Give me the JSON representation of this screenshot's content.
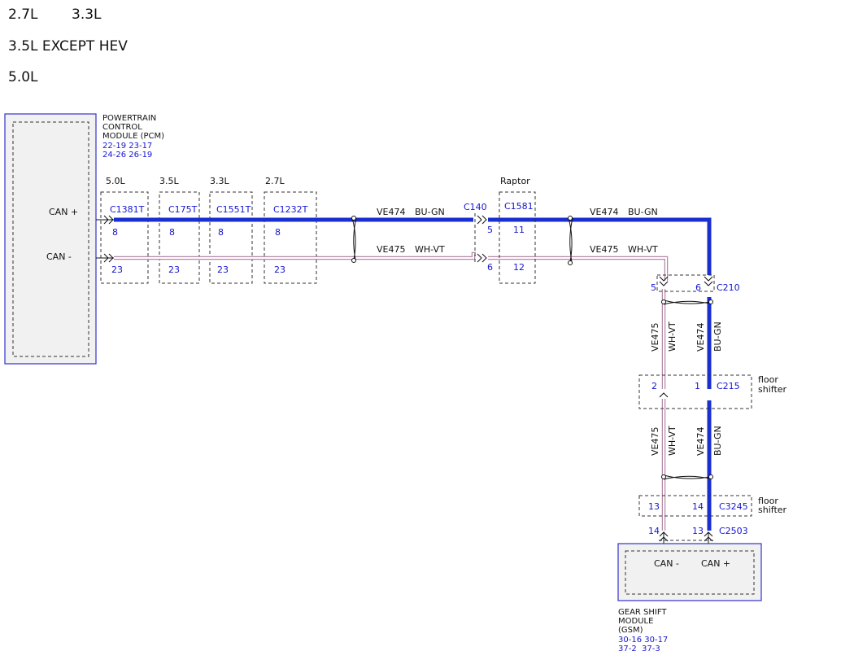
{
  "legend": {
    "row1_a": "2.7L",
    "row1_b": "3.3L",
    "row2": "3.5L EXCEPT HEV",
    "row3": "5.0L"
  },
  "pcm": {
    "name_line1": "POWERTRAIN",
    "name_line2": "CONTROL",
    "name_line3": "MODULE (PCM)",
    "ref_line1": "22-19 23-17",
    "ref_line2": "24-26 26-19",
    "pin_can_plus": "CAN +",
    "pin_can_minus": "CAN -"
  },
  "engine_connectors": [
    {
      "engine": "5.0L",
      "connector": "C1381T",
      "pin_top": "8",
      "pin_bottom": "23"
    },
    {
      "engine": "3.5L",
      "connector": "C175T",
      "pin_top": "8",
      "pin_bottom": "23"
    },
    {
      "engine": "3.3L",
      "connector": "C1551T",
      "pin_top": "8",
      "pin_bottom": "23"
    },
    {
      "engine": "2.7L",
      "connector": "C1232T",
      "pin_top": "8",
      "pin_bottom": "23"
    }
  ],
  "wires": {
    "can_high_circuit": "VE474",
    "can_high_color": "BU-GN",
    "can_low_circuit": "VE475",
    "can_low_color": "WH-VT"
  },
  "c140": {
    "name": "C140",
    "pin_top": "5",
    "pin_bottom": "6"
  },
  "c1581": {
    "variant": "Raptor",
    "name": "C1581",
    "pin_top": "11",
    "pin_bottom": "12"
  },
  "c210": {
    "name": "C210",
    "pin_left": "5",
    "pin_right": "6"
  },
  "c215": {
    "name": "C215",
    "pin_left": "2",
    "pin_right": "1",
    "note_line1": "floor",
    "note_line2": "shifter"
  },
  "c3245": {
    "name": "C3245",
    "pin_left": "13",
    "pin_right": "14",
    "note_line1": "floor",
    "note_line2": "shifter"
  },
  "c2503": {
    "name": "C2503",
    "pin_left": "14",
    "pin_right": "13"
  },
  "gsm": {
    "name_line1": "GEAR SHIFT",
    "name_line2": "MODULE",
    "name_line3": "(GSM)",
    "ref_line1": "30-16 30-17",
    "ref_line2": "37-2  37-3",
    "pin_can_minus": "CAN -",
    "pin_can_plus": "CAN +"
  },
  "colors": {
    "can_high_wire": "#1b2fd1",
    "can_low_wire_outline": "#b48aa8",
    "module_border": "#3333cc",
    "module_fill": "#f1f1f1",
    "label_blue": "#1515d0"
  }
}
